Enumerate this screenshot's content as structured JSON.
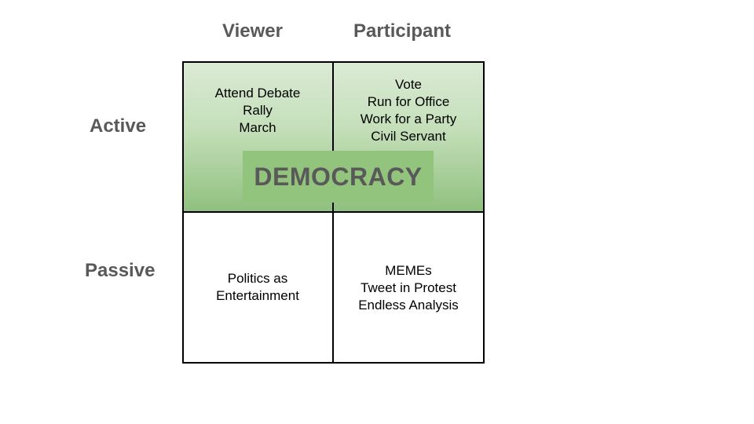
{
  "columns": {
    "viewer": "Viewer",
    "participant": "Participant"
  },
  "rows": {
    "active": "Active",
    "passive": "Passive"
  },
  "cells": {
    "active_viewer": [
      "Attend Debate",
      "Rally",
      "March"
    ],
    "active_participant": [
      "Vote",
      "Run for Office",
      "Work for a Party",
      "Civil Servant"
    ],
    "passive_viewer": [
      "Politics as",
      "Entertainment"
    ],
    "passive_participant": [
      "MEMEs",
      "Tweet in Protest",
      "Endless Analysis"
    ]
  },
  "center_label": "DEMOCRACY",
  "colors": {
    "active_fill_top": "#dcebd6",
    "active_fill_bottom": "#8fc07e",
    "center_box": "#93c47d",
    "heading_text": "#595959",
    "border": "#000000"
  }
}
